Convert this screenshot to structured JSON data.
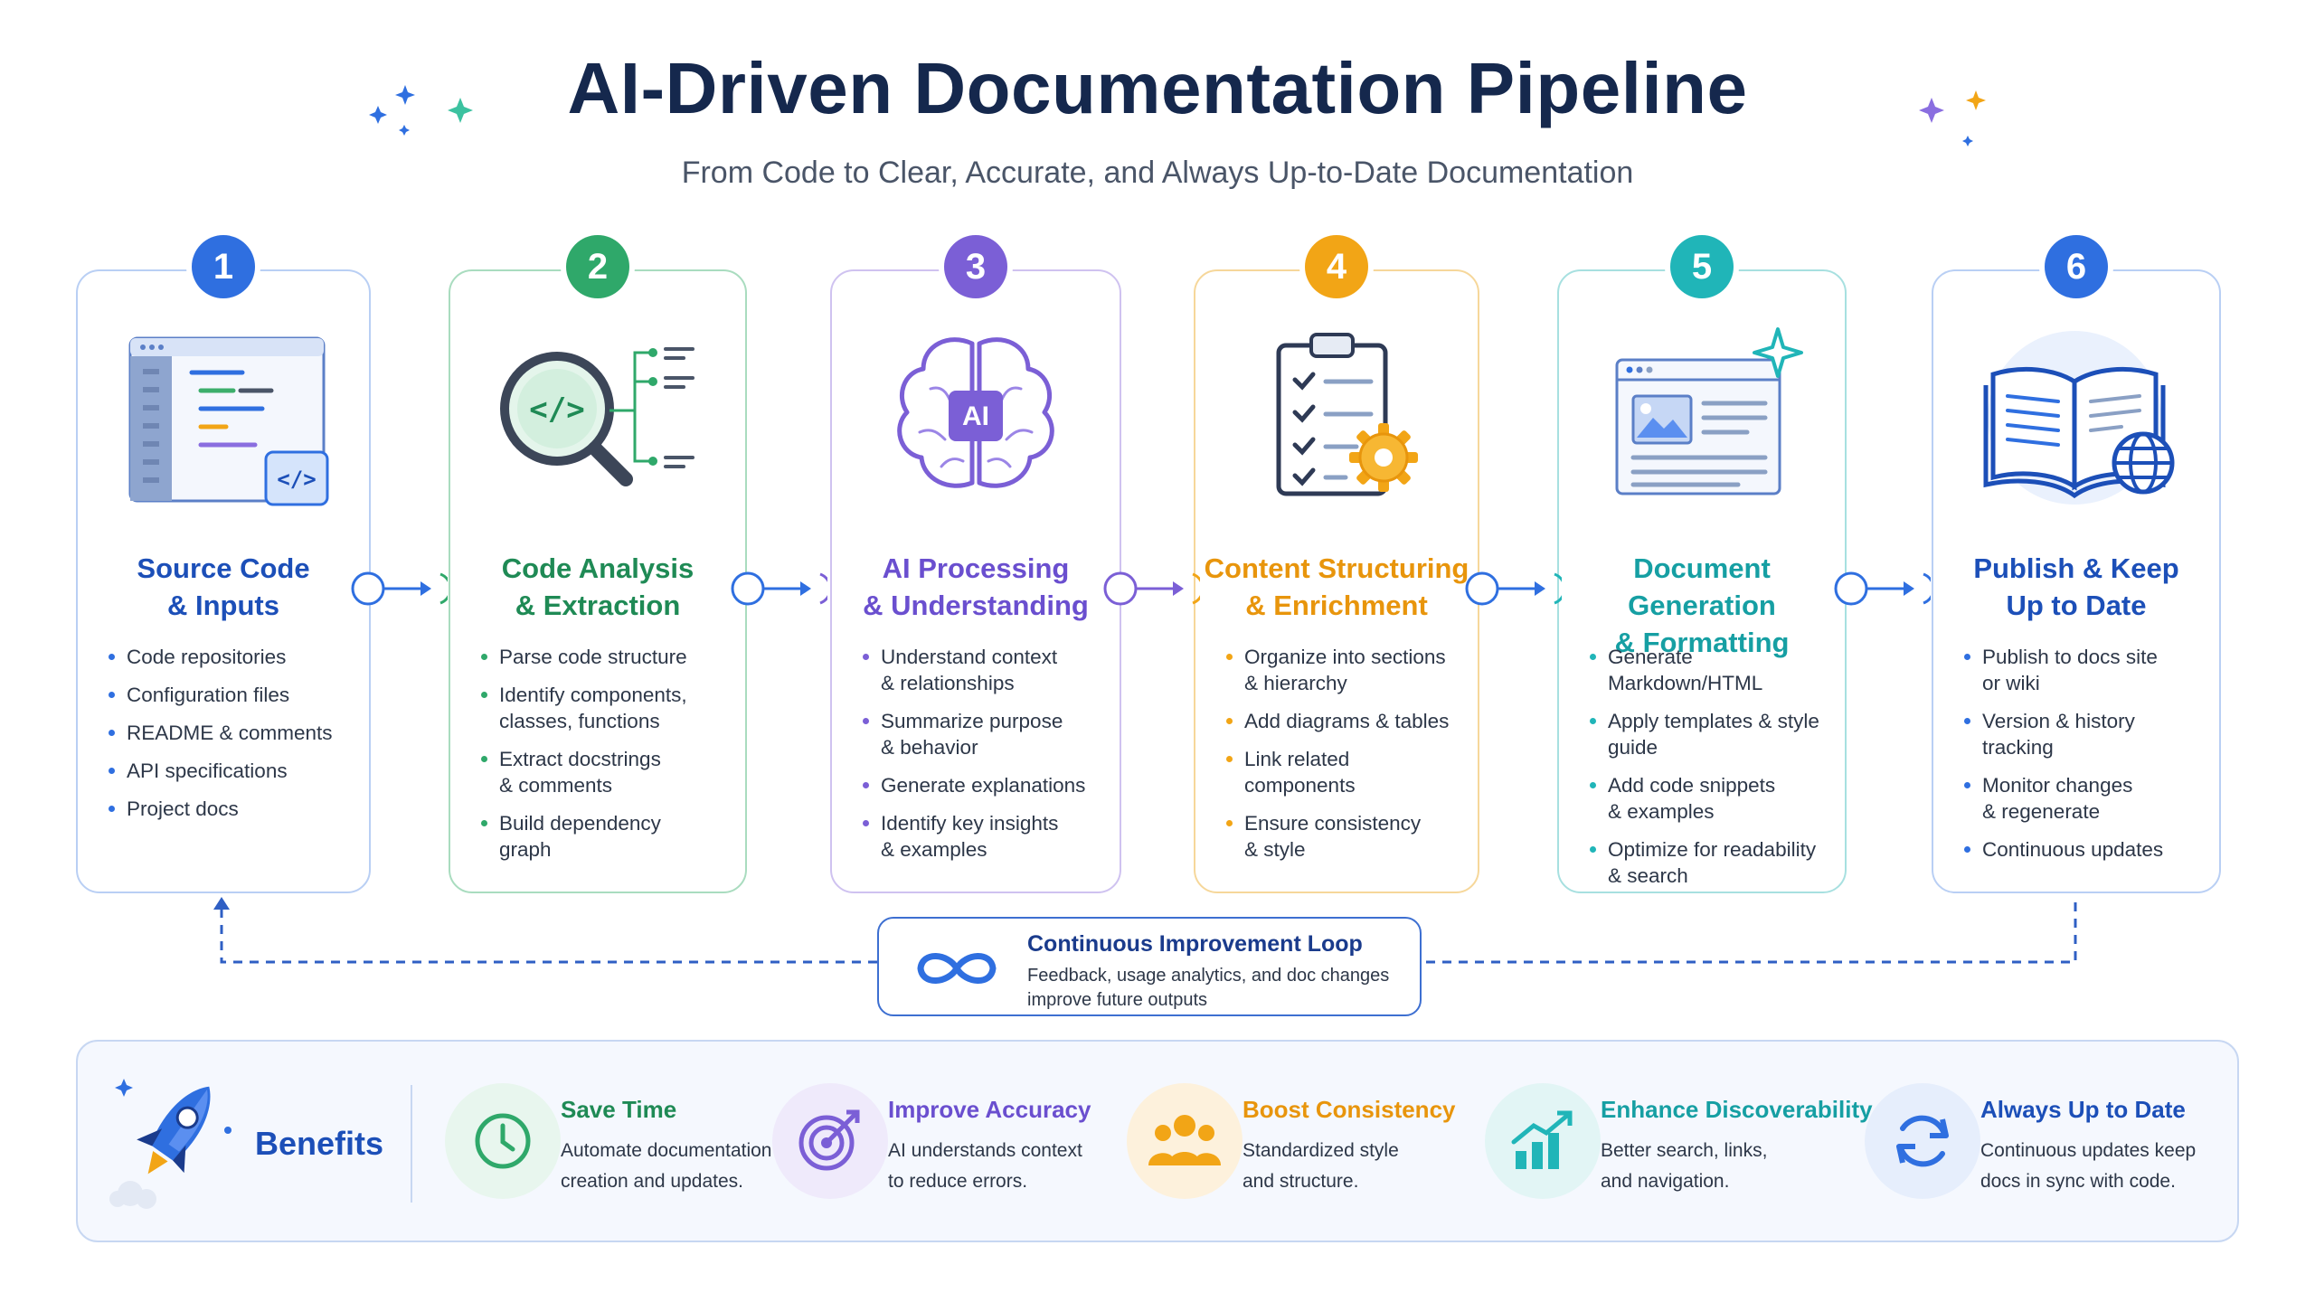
{
  "header": {
    "title": "AI-Driven Documentation Pipeline",
    "subtitle": "From Code to Clear, Accurate, and Always Up-to-Date Documentation"
  },
  "colors": {
    "navy": "#15284d",
    "blue": "#2f6fe0",
    "green": "#2fa86a",
    "purple": "#7b5fd6",
    "orange": "#f2a516",
    "teal": "#20b5b8"
  },
  "steps": [
    {
      "number": "1",
      "title_lines": [
        "Source Code",
        "& Inputs"
      ],
      "icon": "code-editor-icon",
      "color": "#2f6fe0",
      "bullets": [
        [
          "Code repositories"
        ],
        [
          "Configuration files"
        ],
        [
          "README & comments"
        ],
        [
          "API specifications"
        ],
        [
          "Project docs"
        ]
      ]
    },
    {
      "number": "2",
      "title_lines": [
        "Code Analysis",
        "& Extraction"
      ],
      "icon": "magnifier-code-icon",
      "color": "#2fa86a",
      "bullets": [
        [
          "Parse code structure"
        ],
        [
          "Identify components,",
          "classes, functions"
        ],
        [
          "Extract docstrings",
          "& comments"
        ],
        [
          "Build dependency",
          "graph"
        ]
      ]
    },
    {
      "number": "3",
      "title_lines": [
        "AI Processing",
        "& Understanding"
      ],
      "icon": "ai-brain-icon",
      "icon_label": "AI",
      "color": "#7b5fd6",
      "bullets": [
        [
          "Understand context",
          "& relationships"
        ],
        [
          "Summarize purpose",
          "& behavior"
        ],
        [
          "Generate explanations"
        ],
        [
          "Identify key insights",
          "& examples"
        ]
      ]
    },
    {
      "number": "4",
      "title_lines": [
        "Content Structuring",
        "& Enrichment"
      ],
      "icon": "clipboard-gear-icon",
      "color": "#f2a516",
      "bullets": [
        [
          "Organize into sections",
          "& hierarchy"
        ],
        [
          "Add diagrams & tables"
        ],
        [
          "Link related components"
        ],
        [
          "Ensure consistency",
          "& style"
        ]
      ]
    },
    {
      "number": "5",
      "title_lines": [
        "Document Generation",
        "& Formatting"
      ],
      "icon": "document-browser-icon",
      "color": "#20b5b8",
      "bullets": [
        [
          "Generate Markdown/HTML"
        ],
        [
          "Apply templates & style",
          "guide"
        ],
        [
          "Add code snippets",
          "& examples"
        ],
        [
          "Optimize for readability",
          "& search"
        ]
      ]
    },
    {
      "number": "6",
      "title_lines": [
        "Publish & Keep",
        "Up to Date"
      ],
      "icon": "book-globe-icon",
      "color": "#2f6fe0",
      "bullets": [
        [
          "Publish to docs site",
          "or wiki"
        ],
        [
          "Version & history tracking"
        ],
        [
          "Monitor changes",
          "& regenerate"
        ],
        [
          "Continuous updates"
        ]
      ]
    }
  ],
  "loop": {
    "title": "Continuous Improvement Loop",
    "desc_lines": [
      "Feedback, usage analytics, and doc changes",
      "improve future outputs"
    ],
    "icon": "infinity-icon"
  },
  "benefits": {
    "label": "Benefits",
    "icon": "rocket-icon",
    "items": [
      {
        "title": "Save Time",
        "desc_lines": [
          "Automate documentation",
          "creation and updates."
        ],
        "icon": "clock-icon",
        "color": "#2fa86a",
        "bg": "#e8f6ee"
      },
      {
        "title": "Improve Accuracy",
        "desc_lines": [
          "AI understands context",
          "to reduce errors."
        ],
        "icon": "target-icon",
        "color": "#7b5fd6",
        "bg": "#efeafb"
      },
      {
        "title": "Boost Consistency",
        "desc_lines": [
          "Standardized style",
          "and structure."
        ],
        "icon": "team-icon",
        "color": "#f2a516",
        "bg": "#fdf1dc"
      },
      {
        "title": "Enhance Discoverability",
        "desc_lines": [
          "Better search, links,",
          "and navigation."
        ],
        "icon": "growth-chart-icon",
        "color": "#20b5b8",
        "bg": "#e2f5f5"
      },
      {
        "title": "Always Up to Date",
        "desc_lines": [
          "Continuous updates keep",
          "docs in sync with code."
        ],
        "icon": "refresh-icon",
        "color": "#2f6fe0",
        "bg": "#e6eefc"
      }
    ]
  }
}
